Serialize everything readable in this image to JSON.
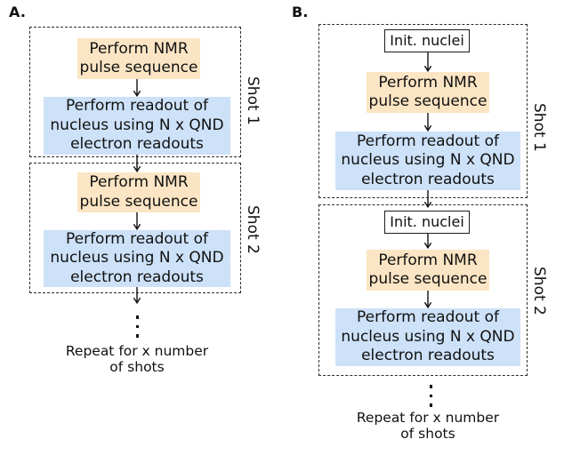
{
  "colors": {
    "pulse_box_fill": "#fbe5c4",
    "readout_box_fill": "#cde1f8",
    "init_box_fill": "#ffffff"
  },
  "panel_a": {
    "label": "A.",
    "shot_1": {
      "label": "Shot 1",
      "pulse_step": "Perform NMR\npulse sequence",
      "readout_step": "Perform readout of\nnucleus using N x QND\nelectron readouts"
    },
    "shot_2": {
      "label": "Shot 2",
      "pulse_step": "Perform NMR\npulse sequence",
      "readout_step": "Perform readout of\nnucleus using N x QND\nelectron readouts"
    },
    "repeat_note": "Repeat for x number\nof shots"
  },
  "panel_b": {
    "label": "B.",
    "shot_1": {
      "label": "Shot 1",
      "init_step": "Init. nuclei",
      "pulse_step": "Perform NMR\npulse sequence",
      "readout_step": "Perform readout of\nnucleus using N x QND\nelectron readouts"
    },
    "shot_2": {
      "label": "Shot 2",
      "init_step": "Init. nuclei",
      "pulse_step": "Perform NMR\npulse sequence",
      "readout_step": "Perform readout of\nnucleus using N x QND\nelectron readouts"
    },
    "repeat_note": "Repeat for x number\nof shots"
  }
}
